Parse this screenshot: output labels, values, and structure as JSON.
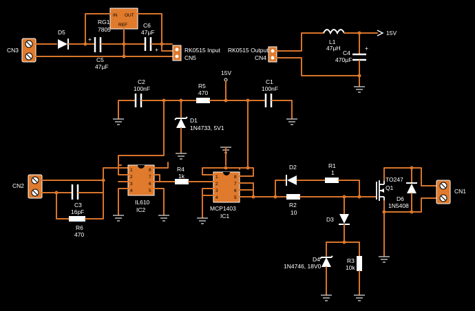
{
  "components": {
    "cn3": "CN3",
    "d5": "D5",
    "rg1_ref": "RG1",
    "rg1_value": "7805",
    "rg1_in": "IN",
    "rg1_out": "OUT",
    "rg1_refpin": "REF",
    "c5_ref": "C5",
    "c5_value": "47µF",
    "c6_ref": "C6",
    "c6_value": "47µF",
    "rk_in_label": "RK0515 Input",
    "cn5": "CN5",
    "rk_out_label": "RK0515 Output",
    "cn4": "CN4",
    "l1_ref": "L1",
    "l1_value": "47µH",
    "c4_ref": "C4",
    "c4_value": "470µF",
    "v15_top": "15V",
    "v15_mid": "15V",
    "c2_ref": "C2",
    "c2_value": "100nF",
    "r5_ref": "R5",
    "r5_value": "470",
    "c1_ref": "C1",
    "c1_value": "100nF",
    "d1_ref": "D1",
    "d1_value": "1N4733, 5V1",
    "cn2": "CN2",
    "il610": "IL610",
    "ic2": "IC2",
    "r4_ref": "R4",
    "r4_value": "1k",
    "mcp1403": "MCP1403",
    "ic1": "IC1",
    "d2": "D2",
    "r1_ref": "R1",
    "r1_value": "1",
    "r2_ref": "R2",
    "r2_value": "10",
    "to247": "TO247",
    "q1": "Q1",
    "d6_ref": "D6",
    "d6_value": "1N5408",
    "cn1": "CN1",
    "c3_ref": "C3",
    "c3_value": "16pF",
    "r6_ref": "R6",
    "r6_value": "470",
    "d3": "D3",
    "d4_ref": "D4",
    "d4_value": "1N4746, 18V0",
    "r3_ref": "R3",
    "r3_value": "10k",
    "pin1": "1",
    "pin2": "2",
    "pin3": "3",
    "pin4": "4",
    "pin5": "5",
    "pin6": "6",
    "pin7": "7",
    "pin8": "8",
    "plus": "+"
  }
}
